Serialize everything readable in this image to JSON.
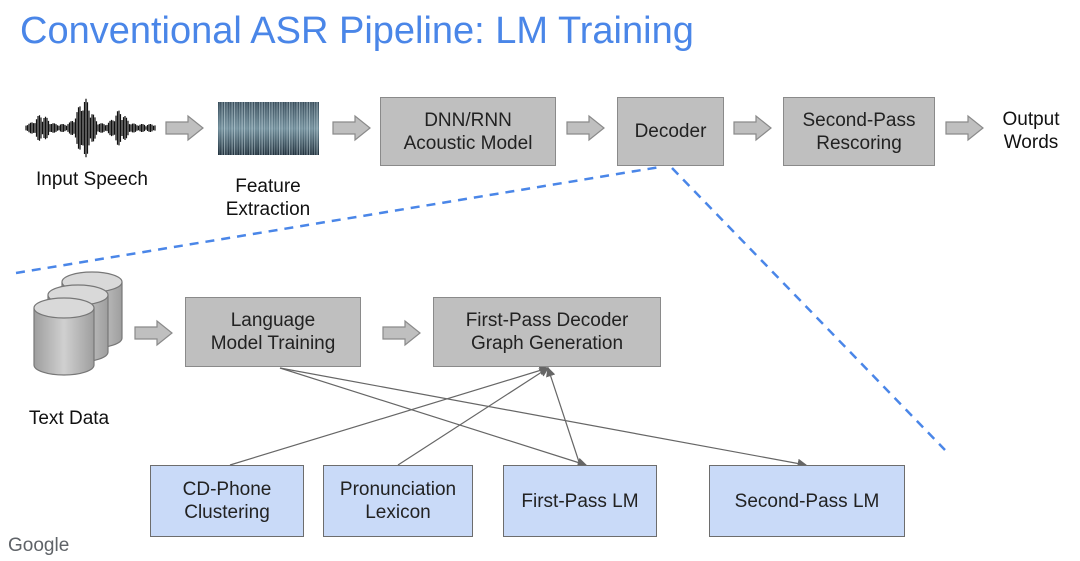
{
  "title": "Conventional ASR Pipeline: LM Training",
  "top_pipeline": {
    "input_speech": "Input Speech",
    "feature_extraction": [
      "Feature",
      "Extraction"
    ],
    "acoustic_model": [
      "DNN/RNN",
      "Acoustic Model"
    ],
    "decoder": "Decoder",
    "second_pass_rescoring": [
      "Second-Pass",
      "Rescoring"
    ],
    "output_words": [
      "Output",
      "Words"
    ]
  },
  "lm_pipeline": {
    "text_data": "Text Data",
    "language_model_training": [
      "Language",
      "Model Training"
    ],
    "first_pass_graph": [
      "First-Pass Decoder",
      "Graph Generation"
    ]
  },
  "components": {
    "cd_phone": [
      "CD-Phone",
      "Clustering"
    ],
    "pronunciation_lexicon": [
      "Pronunciation",
      "Lexicon"
    ],
    "first_pass_lm": "First-Pass LM",
    "second_pass_lm": "Second-Pass LM"
  },
  "colors": {
    "title": "#4a86e8",
    "gray_box": "#bfbfbf",
    "blue_box": "#c9daf8",
    "dashed_line": "#4a86e8"
  },
  "logo": "Google"
}
